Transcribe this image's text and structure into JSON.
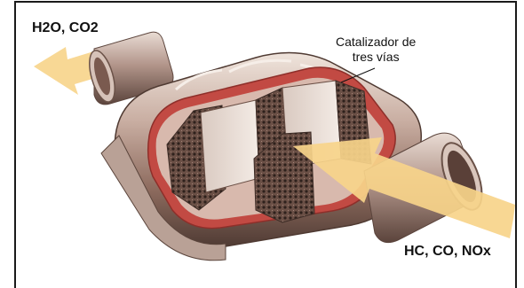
{
  "labels": {
    "output_gases": "H2O, CO2",
    "input_gases": "HC, CO, NOx",
    "catalyst_line1": "Catalizador de",
    "catalyst_line2": "tres vías"
  },
  "colors": {
    "flow_arrow": "#f7d48a",
    "shell_highlight": "#d7c4b8",
    "shell_shadow": "#7d5e50",
    "interior_red": "#c24a43",
    "mesh_dark": "#5a4238",
    "frame": "#1a1a1a"
  },
  "icons": [
    "flow-arrow-out-icon",
    "flow-arrow-in-icon",
    "catalytic-converter-icon"
  ]
}
